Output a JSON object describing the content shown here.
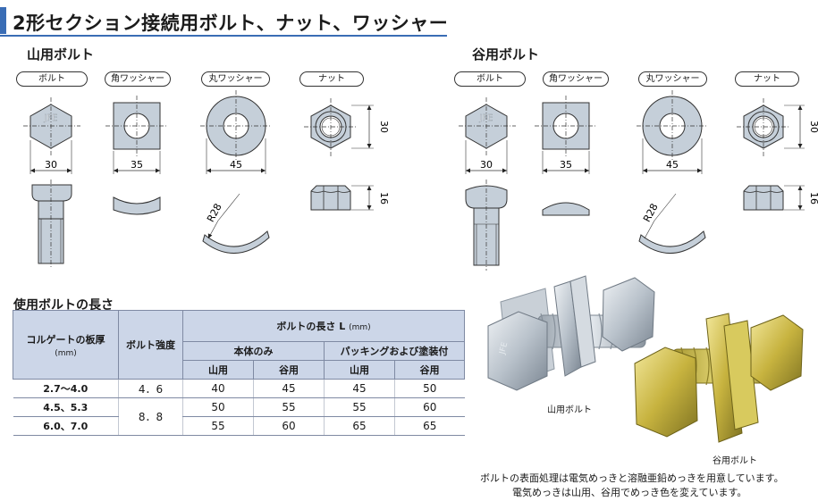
{
  "title": "2形セクション接続用ボルト、ナット、ワッシャー",
  "sections": {
    "left": {
      "title": "山用ボルト"
    },
    "right": {
      "title": "谷用ボルト"
    }
  },
  "parts": {
    "bolt": "ボルト",
    "square_washer": "角ワッシャー",
    "round_washer": "丸ワッシャー",
    "nut": "ナット"
  },
  "dimensions": {
    "bolt_width": "30",
    "square_washer_width": "35",
    "round_washer_width": "45",
    "nut_height": "30",
    "nut_thickness": "16",
    "washer_radius": "R28",
    "bolt_head_mark": "JFE"
  },
  "length_table": {
    "title": "使用ボルトの長さ",
    "headers": {
      "thickness": "コルゲートの板厚",
      "thickness_unit": "(mm)",
      "strength": "ボルト強度",
      "length": "ボルトの長さ L",
      "length_unit": "(mm)",
      "body_only": "本体のみ",
      "packing": "パッキングおよび塗装付",
      "mountain": "山用",
      "valley": "谷用"
    },
    "rows": [
      {
        "thickness": "2.7～4.0",
        "strength": "4．6",
        "values": [
          "40",
          "45",
          "45",
          "50"
        ]
      },
      {
        "thickness": "4.5、5.3",
        "strength": "8．8",
        "values": [
          "50",
          "55",
          "55",
          "60"
        ]
      },
      {
        "thickness": "6.0、7.0",
        "strength": "",
        "values": [
          "55",
          "60",
          "65",
          "65"
        ]
      }
    ]
  },
  "photo": {
    "caption_mountain": "山用ボルト",
    "caption_valley": "谷用ボルト"
  },
  "notes": [
    "ボルトの表面処理は電気めっきと溶融亜鉛めっきを用意しています。",
    "電気めっきは山用、谷用でめっき色を変えています。"
  ]
}
